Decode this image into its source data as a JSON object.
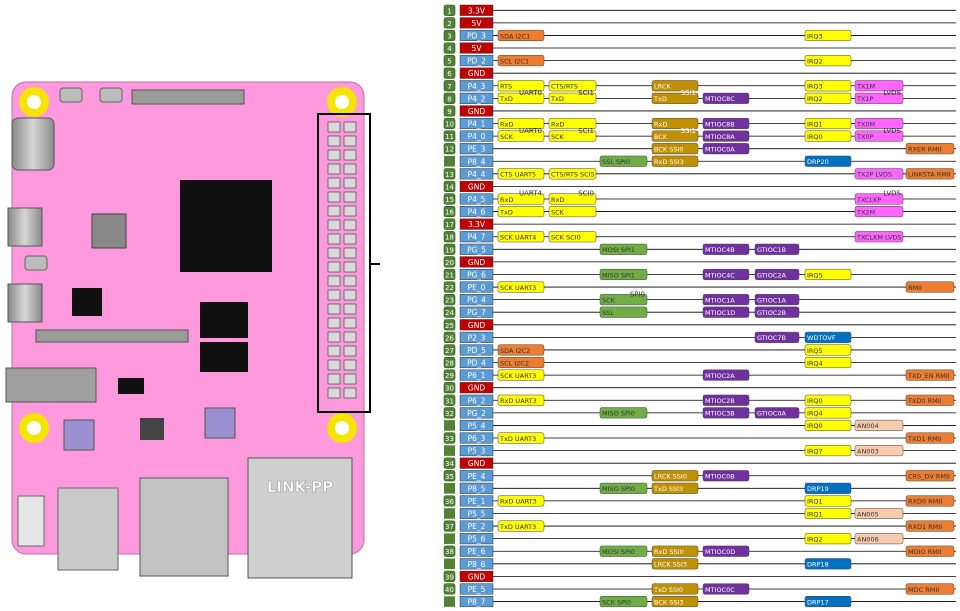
{
  "board": {
    "ethernet_label": "LINK-PP"
  },
  "rows": [
    {
      "pin": "1",
      "sig": "3.3V",
      "sigc": "#c00000",
      "tags": []
    },
    {
      "pin": "2",
      "sig": "5V",
      "sigc": "#c00000",
      "tags": []
    },
    {
      "pin": "3",
      "sig": "PD_3",
      "sigc": "#5b9bd5",
      "tags": [
        {
          "col": "C1",
          "text": "SDA  I2C1",
          "color": "#ed7d31"
        },
        {
          "col": "C7",
          "text": "IRQ3",
          "color": "#ffff00"
        }
      ]
    },
    {
      "pin": "4",
      "sig": "5V",
      "sigc": "#c00000",
      "tags": []
    },
    {
      "pin": "5",
      "sig": "PD_2",
      "sigc": "#5b9bd5",
      "tags": [
        {
          "col": "C1",
          "text": "SCL  I2C1",
          "color": "#ed7d31"
        },
        {
          "col": "C7",
          "text": "IRQ2",
          "color": "#ffff00"
        }
      ]
    },
    {
      "pin": "6",
      "sig": "GND",
      "sigc": "#c00000",
      "tags": []
    },
    {
      "pin": "7",
      "sig": "P4_3",
      "sigc": "#5b9bd5",
      "tags": [
        {
          "col": "C1",
          "text": "RTS",
          "color": "#ffff00"
        },
        {
          "col": "C2",
          "text": "CTS/RTS",
          "color": "#ffff00"
        },
        {
          "col": "C4",
          "text": "LRCK",
          "color": "#bf9000"
        },
        {
          "col": "C7",
          "text": "IRQ3",
          "color": "#ffff00"
        },
        {
          "col": "C8",
          "text": "TX1M",
          "color": "#ff66ff"
        }
      ]
    },
    {
      "pin": "8",
      "sig": "P4_2",
      "sigc": "#5b9bd5",
      "tags": [
        {
          "col": "C1",
          "text": "TxD",
          "color": "#ffff00"
        },
        {
          "col": "C2",
          "text": "TxD",
          "color": "#ffff00"
        },
        {
          "col": "C4",
          "text": "TxD",
          "color": "#bf9000"
        },
        {
          "col": "C5",
          "text": "MTIOC8C",
          "color": "#7030a0"
        },
        {
          "col": "C7",
          "text": "IRQ2",
          "color": "#ffff00"
        },
        {
          "col": "C8",
          "text": "TX1P",
          "color": "#ff66ff"
        }
      ]
    },
    {
      "pin": "9",
      "sig": "GND",
      "sigc": "#c00000",
      "tags": []
    },
    {
      "pin": "10",
      "sig": "P4_1",
      "sigc": "#5b9bd5",
      "tags": [
        {
          "col": "C1",
          "text": "RxD",
          "color": "#ffff00"
        },
        {
          "col": "C2",
          "text": "RxD",
          "color": "#ffff00"
        },
        {
          "col": "C4",
          "text": "RxD",
          "color": "#bf9000"
        },
        {
          "col": "C5",
          "text": "MTIOC8B",
          "color": "#7030a0"
        },
        {
          "col": "C7",
          "text": "IRQ1",
          "color": "#ffff00"
        },
        {
          "col": "C8",
          "text": "TX0M",
          "color": "#ff66ff"
        }
      ]
    },
    {
      "pin": "11",
      "sig": "P4_0",
      "sigc": "#5b9bd5",
      "tags": [
        {
          "col": "C1",
          "text": "SCK",
          "color": "#ffff00"
        },
        {
          "col": "C2",
          "text": "SCK",
          "color": "#ffff00"
        },
        {
          "col": "C4",
          "text": "BCK",
          "color": "#bf9000"
        },
        {
          "col": "C5",
          "text": "MTIOC8A",
          "color": "#7030a0"
        },
        {
          "col": "C7",
          "text": "IRQ0",
          "color": "#ffff00"
        },
        {
          "col": "C8",
          "text": "TX0P",
          "color": "#ff66ff"
        }
      ]
    },
    {
      "pin": "12",
      "sig": "PE_3",
      "sigc": "#5b9bd5",
      "tags": [
        {
          "col": "C4",
          "text": "BCK    SSI0",
          "color": "#bf9000"
        },
        {
          "col": "C5",
          "text": "MTIOC0A",
          "color": "#7030a0"
        },
        {
          "col": "C9",
          "text": "RXER RMII",
          "color": "#ed7d31"
        }
      ]
    },
    {
      "pin": "",
      "sig": "P8_4",
      "sigc": "#5b9bd5",
      "tags": [
        {
          "col": "C3",
          "text": "SSL    SPI0",
          "color": "#70ad47"
        },
        {
          "col": "C4",
          "text": "RxD   SSI3",
          "color": "#bf9000"
        },
        {
          "col": "C7",
          "text": "DRP20",
          "color": "#0070c0"
        }
      ]
    },
    {
      "pin": "13",
      "sig": "P4_4",
      "sigc": "#5b9bd5",
      "tags": [
        {
          "col": "C1",
          "text": "CTS UART5",
          "color": "#ffff00"
        },
        {
          "col": "C2",
          "text": "CTS/RTS SCI5",
          "color": "#ffff00"
        },
        {
          "col": "C8",
          "text": "TX2P  LVDS",
          "color": "#ff66ff"
        },
        {
          "col": "C9",
          "text": "LINKSTA RMII",
          "color": "#ed7d31"
        }
      ]
    },
    {
      "pin": "14",
      "sig": "GND",
      "sigc": "#c00000",
      "tags": []
    },
    {
      "pin": "15",
      "sig": "P4_5",
      "sigc": "#5b9bd5",
      "tags": [
        {
          "col": "C1",
          "text": "RxD",
          "color": "#ffff00"
        },
        {
          "col": "C2",
          "text": "RxD",
          "color": "#ffff00"
        },
        {
          "col": "C8",
          "text": "TXCLKP",
          "color": "#ff66ff"
        }
      ]
    },
    {
      "pin": "16",
      "sig": "P4_6",
      "sigc": "#5b9bd5",
      "tags": [
        {
          "col": "C1",
          "text": "TxD",
          "color": "#ffff00"
        },
        {
          "col": "C2",
          "text": "SCK",
          "color": "#ffff00"
        },
        {
          "col": "C8",
          "text": "TX2M",
          "color": "#ff66ff"
        }
      ]
    },
    {
      "pin": "17",
      "sig": "3.3V",
      "sigc": "#c00000",
      "tags": []
    },
    {
      "pin": "18",
      "sig": "P4_7",
      "sigc": "#5b9bd5",
      "tags": [
        {
          "col": "C1",
          "text": "SCK UART4",
          "color": "#ffff00"
        },
        {
          "col": "C2",
          "text": "SCK   SCI0",
          "color": "#ffff00"
        },
        {
          "col": "C8",
          "text": "TXCLKM LVDS",
          "color": "#ff66ff"
        }
      ]
    },
    {
      "pin": "19",
      "sig": "PG_5",
      "sigc": "#5b9bd5",
      "tags": [
        {
          "col": "C3",
          "text": "MOSI SPI1",
          "color": "#70ad47"
        },
        {
          "col": "C5",
          "text": "MTIOC4B",
          "color": "#7030a0"
        },
        {
          "col": "C6",
          "text": "GTIOC1B",
          "color": "#7030a0"
        }
      ]
    },
    {
      "pin": "20",
      "sig": "GND",
      "sigc": "#c00000",
      "tags": []
    },
    {
      "pin": "21",
      "sig": "PG_6",
      "sigc": "#5b9bd5",
      "tags": [
        {
          "col": "C3",
          "text": "MISO SPI1",
          "color": "#70ad47"
        },
        {
          "col": "C5",
          "text": "MTIOC4C",
          "color": "#7030a0"
        },
        {
          "col": "C6",
          "text": "GTIOC2A",
          "color": "#7030a0"
        },
        {
          "col": "C7",
          "text": "IRQ5",
          "color": "#ffff00"
        }
      ]
    },
    {
      "pin": "22",
      "sig": "PE_0",
      "sigc": "#5b9bd5",
      "tags": [
        {
          "col": "C1",
          "text": "SCK UART3",
          "color": "#ffff00"
        },
        {
          "col": "C9",
          "text": "RMII",
          "color": "#ed7d31"
        }
      ]
    },
    {
      "pin": "23",
      "sig": "PG_4",
      "sigc": "#5b9bd5",
      "tags": [
        {
          "col": "C3",
          "text": "SCK",
          "color": "#70ad47"
        },
        {
          "col": "C5",
          "text": "MTIOC1A",
          "color": "#7030a0"
        },
        {
          "col": "C6",
          "text": "GTIOC1A",
          "color": "#7030a0"
        }
      ]
    },
    {
      "pin": "24",
      "sig": "PG_7",
      "sigc": "#5b9bd5",
      "tags": [
        {
          "col": "C3",
          "text": "SSL",
          "color": "#70ad47"
        },
        {
          "col": "C5",
          "text": "MTIOC1D",
          "color": "#7030a0"
        },
        {
          "col": "C6",
          "text": "GTIOC2B",
          "color": "#7030a0"
        }
      ]
    },
    {
      "pin": "25",
      "sig": "GND",
      "sigc": "#c00000",
      "tags": []
    },
    {
      "pin": "26",
      "sig": "P2_3",
      "sigc": "#5b9bd5",
      "tags": [
        {
          "col": "C6",
          "text": "GTIOC7B",
          "color": "#7030a0"
        },
        {
          "col": "C7",
          "text": "WDTOVF",
          "color": "#0070c0"
        }
      ]
    },
    {
      "pin": "27",
      "sig": "PD_5",
      "sigc": "#5b9bd5",
      "tags": [
        {
          "col": "C1",
          "text": "SDA  I2C2",
          "color": "#ed7d31"
        },
        {
          "col": "C7",
          "text": "IRQ5",
          "color": "#ffff00"
        }
      ]
    },
    {
      "pin": "28",
      "sig": "PD_4",
      "sigc": "#5b9bd5",
      "tags": [
        {
          "col": "C1",
          "text": "SCL  I2C2",
          "color": "#ed7d31"
        },
        {
          "col": "C7",
          "text": "IRQ4",
          "color": "#ffff00"
        }
      ]
    },
    {
      "pin": "29",
      "sig": "P6_1",
      "sigc": "#5b9bd5",
      "tags": [
        {
          "col": "C1",
          "text": "SCK UART3",
          "color": "#ffff00"
        },
        {
          "col": "C5",
          "text": "MTIOC2A",
          "color": "#7030a0"
        },
        {
          "col": "C9",
          "text": "TXD_EN RMII",
          "color": "#ed7d31"
        }
      ]
    },
    {
      "pin": "30",
      "sig": "GND",
      "sigc": "#c00000",
      "tags": []
    },
    {
      "pin": "31",
      "sig": "P6_2",
      "sigc": "#5b9bd5",
      "tags": [
        {
          "col": "C1",
          "text": "RxD UART3",
          "color": "#ffff00"
        },
        {
          "col": "C5",
          "text": "MTIOC2B",
          "color": "#7030a0"
        },
        {
          "col": "C7",
          "text": "IRQ0",
          "color": "#ffff00"
        },
        {
          "col": "C9",
          "text": "TXD0 RMII",
          "color": "#ed7d31"
        }
      ]
    },
    {
      "pin": "32",
      "sig": "PG_2",
      "sigc": "#5b9bd5",
      "tags": [
        {
          "col": "C3",
          "text": "MISO SPI0",
          "color": "#70ad47"
        },
        {
          "col": "C5",
          "text": "MTIOC3B",
          "color": "#7030a0"
        },
        {
          "col": "C6",
          "text": "GTIOC0A",
          "color": "#7030a0"
        },
        {
          "col": "C7",
          "text": "IRQ4",
          "color": "#ffff00"
        }
      ]
    },
    {
      "pin": "",
      "sig": "P5_4",
      "sigc": "#5b9bd5",
      "tags": [
        {
          "col": "C7",
          "text": "IRQ0",
          "color": "#ffff00"
        },
        {
          "col": "C8",
          "text": "AN004",
          "color": "#f8cbad"
        }
      ]
    },
    {
      "pin": "33",
      "sig": "P6_3",
      "sigc": "#5b9bd5",
      "tags": [
        {
          "col": "C1",
          "text": "TxD UART3",
          "color": "#ffff00"
        },
        {
          "col": "C9",
          "text": "TXD1 RMII",
          "color": "#ed7d31"
        }
      ]
    },
    {
      "pin": "",
      "sig": "P5_3",
      "sigc": "#5b9bd5",
      "tags": [
        {
          "col": "C7",
          "text": "IRQ7",
          "color": "#ffff00"
        },
        {
          "col": "C8",
          "text": "AN003",
          "color": "#f8cbad"
        }
      ]
    },
    {
      "pin": "34",
      "sig": "GND",
      "sigc": "#c00000",
      "tags": []
    },
    {
      "pin": "35",
      "sig": "PE_4",
      "sigc": "#5b9bd5",
      "tags": [
        {
          "col": "C4",
          "text": "LRCK  SSI0",
          "color": "#bf9000"
        },
        {
          "col": "C5",
          "text": "MTIOC0B",
          "color": "#7030a0"
        },
        {
          "col": "C9",
          "text": "CRS_DV RMII",
          "color": "#ed7d31"
        }
      ]
    },
    {
      "pin": "",
      "sig": "P8_5",
      "sigc": "#5b9bd5",
      "tags": [
        {
          "col": "C3",
          "text": "MISO SPI0",
          "color": "#70ad47"
        },
        {
          "col": "C4",
          "text": "TxD   SSI3",
          "color": "#bf9000"
        },
        {
          "col": "C7",
          "text": "DRP19",
          "color": "#0070c0"
        }
      ]
    },
    {
      "pin": "36",
      "sig": "PE_1",
      "sigc": "#5b9bd5",
      "tags": [
        {
          "col": "C1",
          "text": "RxD UART3",
          "color": "#ffff00"
        },
        {
          "col": "C7",
          "text": "IRQ1",
          "color": "#ffff00"
        },
        {
          "col": "C9",
          "text": "RXD0 RMII",
          "color": "#ed7d31"
        }
      ]
    },
    {
      "pin": "",
      "sig": "P5_5",
      "sigc": "#5b9bd5",
      "tags": [
        {
          "col": "C7",
          "text": "IRQ1",
          "color": "#ffff00"
        },
        {
          "col": "C8",
          "text": "AN005",
          "color": "#f8cbad"
        }
      ]
    },
    {
      "pin": "37",
      "sig": "PE_2",
      "sigc": "#5b9bd5",
      "tags": [
        {
          "col": "C1",
          "text": "TxD UART3",
          "color": "#ffff00"
        },
        {
          "col": "C9",
          "text": "RXD1 RMII",
          "color": "#ed7d31"
        }
      ]
    },
    {
      "pin": "",
      "sig": "P5_6",
      "sigc": "#5b9bd5",
      "tags": [
        {
          "col": "C7",
          "text": "IRQ2",
          "color": "#ffff00"
        },
        {
          "col": "C8",
          "text": "AN006",
          "color": "#f8cbad"
        }
      ]
    },
    {
      "pin": "38",
      "sig": "PE_6",
      "sigc": "#5b9bd5",
      "tags": [
        {
          "col": "C3",
          "text": "MOSI SPI0",
          "color": "#70ad47"
        },
        {
          "col": "C4",
          "text": "RxD   SSI0",
          "color": "#bf9000"
        },
        {
          "col": "C5",
          "text": "MTIOC0D",
          "color": "#7030a0"
        },
        {
          "col": "C9",
          "text": "MDIO RMII",
          "color": "#ed7d31"
        }
      ]
    },
    {
      "pin": "",
      "sig": "P8_6",
      "sigc": "#5b9bd5",
      "tags": [
        {
          "col": "C4",
          "text": "LRCK  SSI3",
          "color": "#bf9000"
        },
        {
          "col": "C7",
          "text": "DRP18",
          "color": "#0070c0"
        }
      ]
    },
    {
      "pin": "39",
      "sig": "GND",
      "sigc": "#c00000",
      "tags": []
    },
    {
      "pin": "40",
      "sig": "PE_5",
      "sigc": "#5b9bd5",
      "tags": [
        {
          "col": "C4",
          "text": "TxD   SSI0",
          "color": "#bf9000"
        },
        {
          "col": "C5",
          "text": "MTIOC0C",
          "color": "#7030a0"
        },
        {
          "col": "C9",
          "text": "MDC RMII",
          "color": "#ed7d31"
        }
      ]
    },
    {
      "pin": "",
      "sig": "P8_7",
      "sigc": "#5b9bd5",
      "tags": [
        {
          "col": "C3",
          "text": "SCK    SPI0",
          "color": "#70ad47"
        },
        {
          "col": "C4",
          "text": "BCK   SSI3",
          "color": "#bf9000"
        },
        {
          "col": "C7",
          "text": "DRP17",
          "color": "#0070c0"
        }
      ]
    }
  ],
  "groups": [
    {
      "first": 6,
      "last": 7,
      "col": "C1",
      "text": "UART0",
      "color": "#ffff00"
    },
    {
      "first": 6,
      "last": 7,
      "col": "C2",
      "text": "SCI1",
      "color": "#ffff00"
    },
    {
      "first": 6,
      "last": 7,
      "col": "C4",
      "text": "SSI1",
      "color": "#bf9000"
    },
    {
      "first": 6,
      "last": 7,
      "col": "C8",
      "text": "LVDS",
      "color": "#ff66ff"
    },
    {
      "first": 9,
      "last": 10,
      "col": "C1",
      "text": "UART0",
      "color": "#ffff00"
    },
    {
      "first": 9,
      "last": 10,
      "col": "C2",
      "text": "SCI1",
      "color": "#ffff00"
    },
    {
      "first": 9,
      "last": 10,
      "col": "C4",
      "text": "SSI1",
      "color": "#bf9000"
    },
    {
      "first": 9,
      "last": 10,
      "col": "C8",
      "text": "LVDS",
      "color": "#ff66ff"
    },
    {
      "first": 14,
      "last": 15,
      "col": "C1",
      "text": "UART4",
      "color": "#ffff00"
    },
    {
      "first": 14,
      "last": 15,
      "col": "C2",
      "text": "SCI0",
      "color": "#ffff00"
    },
    {
      "first": 14,
      "last": 15,
      "col": "C8",
      "text": "LVDS",
      "color": "#ff66ff"
    },
    {
      "first": 22,
      "last": 23,
      "col": "C3",
      "text": "SPI0",
      "color": "#70ad47"
    }
  ]
}
